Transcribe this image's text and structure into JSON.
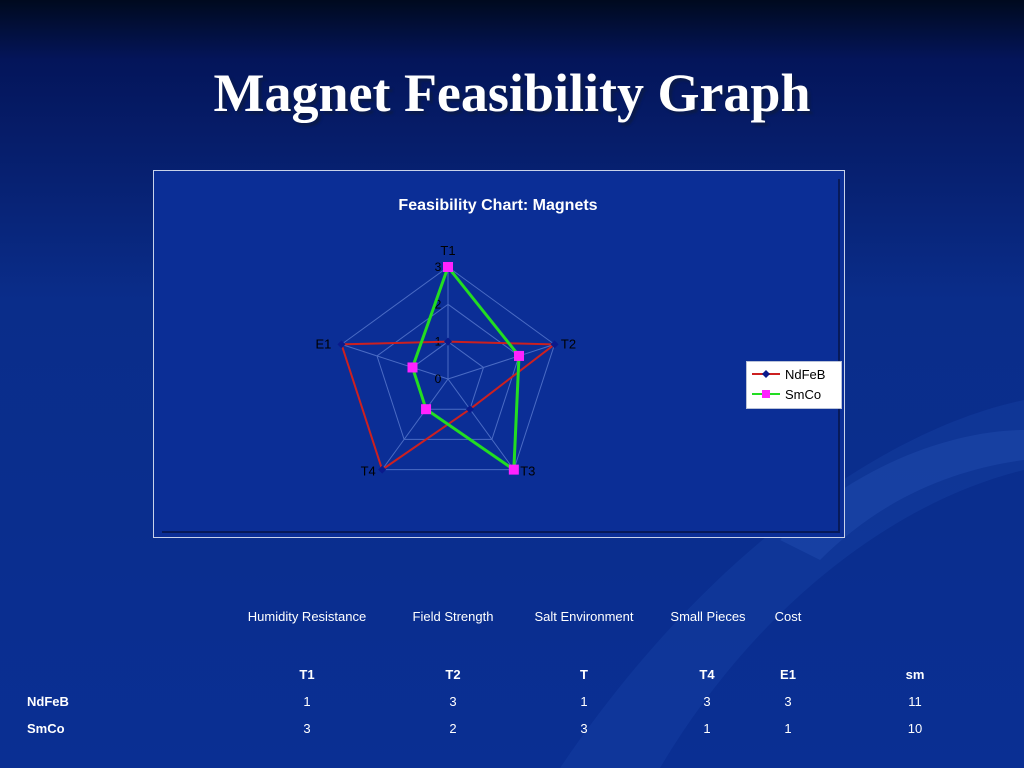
{
  "slide": {
    "title": "Magnet Feasibility Graph"
  },
  "colors": {
    "ndfeb_line": "#cc2020",
    "ndfeb_marker": "#0a1a8c",
    "smco_line": "#22dd22",
    "smco_marker": "#ff22ff",
    "grid": "#4a6bc4"
  },
  "chart_data": {
    "type": "radar",
    "title": "Feasibility Chart: Magnets",
    "axes": [
      "T1",
      "T2",
      "T3",
      "T4",
      "E1"
    ],
    "rlim": [
      0,
      3
    ],
    "ticks": [
      "0",
      "1",
      "2",
      "3"
    ],
    "series": [
      {
        "name": "NdFeB",
        "values": [
          1,
          3,
          1,
          3,
          3
        ]
      },
      {
        "name": "SmCo",
        "values": [
          3,
          2,
          3,
          1,
          1
        ]
      }
    ],
    "legend": "right"
  },
  "table": {
    "descriptions": [
      "Humidity Resistance",
      "Field Strength",
      "Salt Environment",
      "Small Pieces",
      "Cost"
    ],
    "headers": [
      "T1",
      "T2",
      "T",
      "T4",
      "E1",
      "sm"
    ],
    "rows": [
      {
        "label": "NdFeB",
        "values": [
          "1",
          "3",
          "1",
          "3",
          "3",
          "11"
        ]
      },
      {
        "label": "SmCo",
        "values": [
          "3",
          "2",
          "3",
          "1",
          "1",
          "10"
        ]
      }
    ]
  }
}
